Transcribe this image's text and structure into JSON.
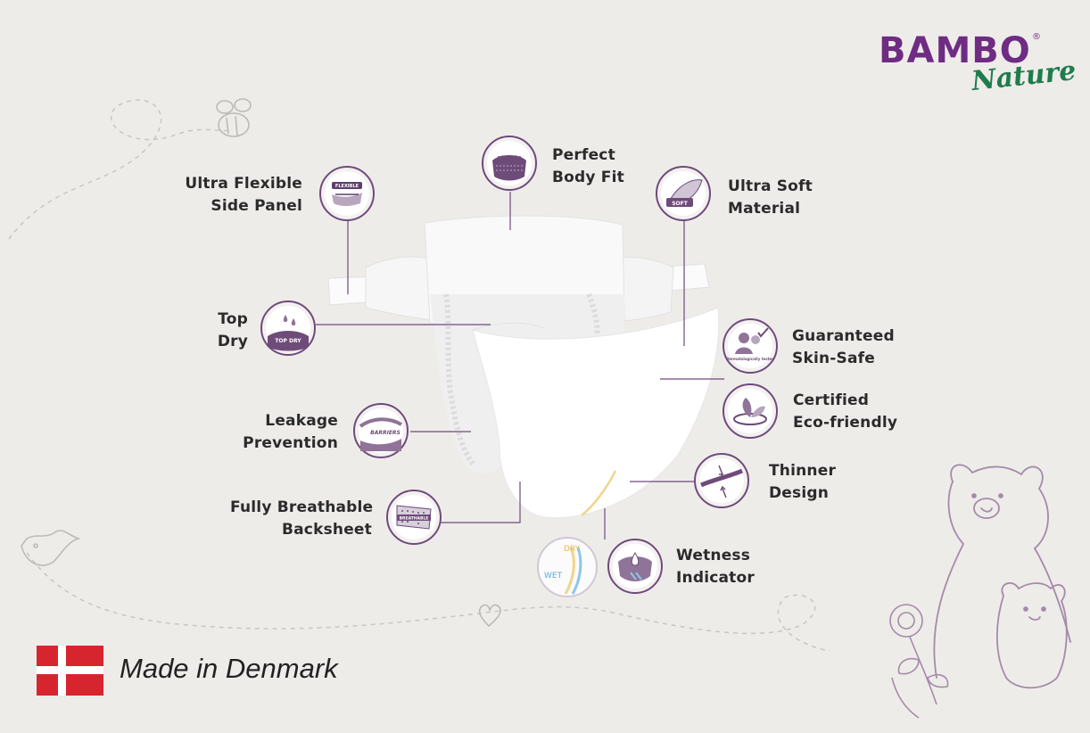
{
  "brand": {
    "name": "BAMBO",
    "registered": "®",
    "subname": "Nature"
  },
  "features": [
    {
      "id": "ultra-flexible",
      "lines": [
        "Ultra Flexible",
        "Side Panel"
      ],
      "icon": "flexible-icon",
      "icon_text": "FLEXIBLE"
    },
    {
      "id": "perfect-fit",
      "lines": [
        "Perfect",
        "Body Fit"
      ],
      "icon": "body-fit-icon"
    },
    {
      "id": "ultra-soft",
      "lines": [
        "Ultra Soft",
        "Material"
      ],
      "icon": "soft-icon",
      "icon_text": "SOFT"
    },
    {
      "id": "top-dry",
      "lines": [
        "Top",
        "Dry"
      ],
      "icon": "top-dry-icon",
      "icon_text": "TOP DRY"
    },
    {
      "id": "skin-safe",
      "lines": [
        "Guaranteed",
        "Skin-Safe"
      ],
      "icon": "dermatologically-tested-icon",
      "icon_text": "Dermatologically tested"
    },
    {
      "id": "eco",
      "lines": [
        "Certified",
        "Eco-friendly"
      ],
      "icon": "leaf-icon"
    },
    {
      "id": "leakage",
      "lines": [
        "Leakage",
        "Prevention"
      ],
      "icon": "barriers-icon",
      "icon_text": "BARRIERS"
    },
    {
      "id": "thinner",
      "lines": [
        "Thinner",
        "Design"
      ],
      "icon": "thin-layer-icon"
    },
    {
      "id": "breathable",
      "lines": [
        "Fully Breathable",
        "Backsheet"
      ],
      "icon": "breathable-icon",
      "icon_text": "BREATHABLE"
    },
    {
      "id": "wetness",
      "lines": [
        "Wetness",
        "Indicator"
      ],
      "icon": "wetness-drop-icon"
    }
  ],
  "indicator": {
    "dry": "DRY",
    "wet": "WET"
  },
  "origin": {
    "text": "Made in Denmark",
    "flag": "denmark-flag-icon"
  },
  "colors": {
    "brand_purple": "#6e2c83",
    "brand_green": "#1f7c4d",
    "badge_border": "#6f4a7c",
    "flag_red": "#d7252f",
    "background": "#eeece9"
  }
}
